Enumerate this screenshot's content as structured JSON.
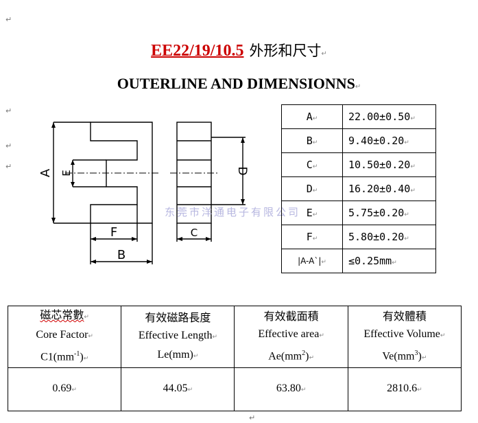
{
  "title": {
    "code": "EE22/19/10.5",
    "cn": "外形和尺寸"
  },
  "subtitle": "OUTERLINE AND DIMENSIONNS",
  "para_mark": "↵",
  "drawing_labels": {
    "A": "A",
    "E": "E",
    "F": "F",
    "B": "B",
    "C": "C",
    "D": "D"
  },
  "watermark": "东莞市洋通电子有限公司",
  "dimensions": [
    {
      "key": "A",
      "value": "22.00±0.50"
    },
    {
      "key": "B",
      "value": "9.40±0.20"
    },
    {
      "key": "C",
      "value": "10.50±0.20"
    },
    {
      "key": "D",
      "value": "16.20±0.40"
    },
    {
      "key": "E",
      "value": "5.75±0.20"
    },
    {
      "key": "F",
      "value": "5.80±0.20"
    },
    {
      "key": "|A-A`|",
      "value": "≤0.25mm"
    }
  ],
  "properties": {
    "headers": [
      {
        "cn": "磁芯常數",
        "en": "Core Factor",
        "unit_pre": "C1(mm",
        "unit_sup": "-1",
        "unit_post": ")"
      },
      {
        "cn": "有效磁路長度",
        "en": "Effective Length",
        "unit_pre": "Le(mm)",
        "unit_sup": "",
        "unit_post": ""
      },
      {
        "cn": "有效截面積",
        "en": "Effective area",
        "unit_pre": "Ae(mm",
        "unit_sup": "2",
        "unit_post": ")"
      },
      {
        "cn": "有效體積",
        "en": "Effective Volume",
        "unit_pre": "Ve(mm",
        "unit_sup": "3",
        "unit_post": ")"
      }
    ],
    "values": [
      "0.69",
      "44.05",
      "63.80",
      "2810.6"
    ]
  }
}
